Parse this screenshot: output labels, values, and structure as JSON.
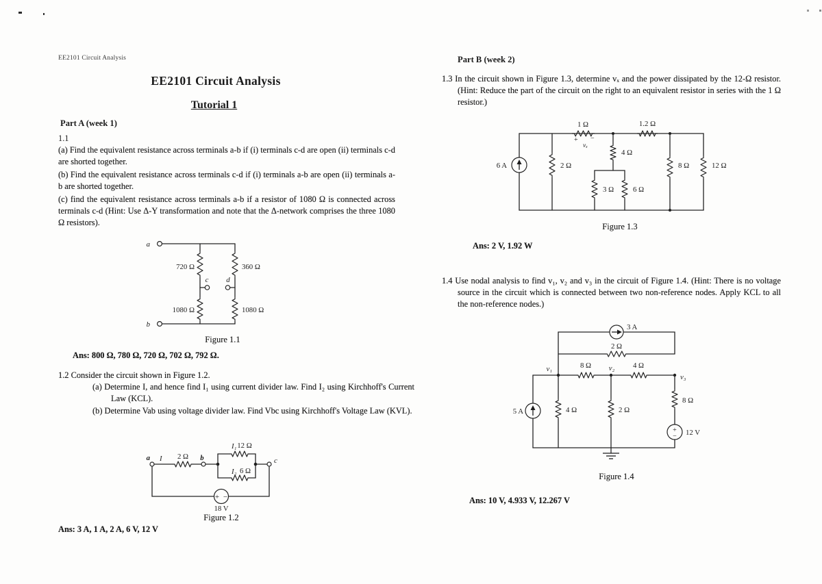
{
  "page": {
    "running_header": "EE2101 Circuit Analysis",
    "title": "EE2101 Circuit Analysis",
    "subtitle": "Tutorial 1"
  },
  "part_a": {
    "heading": "Part A (week 1)",
    "q11": {
      "number": "1.1",
      "item_a": "(a) Find the equivalent resistance across terminals a-b if (i) terminals c-d are open (ii) terminals c-d are shorted together.",
      "item_b": "(b) Find the equivalent resistance across terminals c-d if (i) terminals a-b are open (ii) terminals a-b are shorted together.",
      "item_c": "(c) find the equivalent resistance across terminals a-b if a resistor of 1080 Ω is connected across terminals c-d (Hint: Use Δ-Y transformation and note that the Δ-network comprises the three 1080 Ω resistors).",
      "answer": "Ans:  800 Ω, 780 Ω, 720 Ω,  702 Ω, 792 Ω."
    },
    "q12": {
      "lead": "1.2 Consider the circuit shown in Figure 1.2.",
      "item_a": "(a) Determine I, and hence find I₁ using current divider law. Find I₂ using Kirchhoff's Current Law (KCL).",
      "item_b": "(b) Determine Vab using voltage divider law. Find Vbc using Kirchhoff's Voltage Law (KVL).",
      "answer": "Ans:  3 A, 1 A, 2 A, 6 V, 12 V"
    }
  },
  "part_b": {
    "heading": "Part B (week 2)",
    "q13": {
      "text": "1.3 In the circuit shown in Figure 1.3, determine vₓ and the power dissipated by the 12-Ω resistor. (Hint: Reduce the part of the circuit on the right to an equivalent resistor in series with the 1 Ω resistor.)",
      "answer": "Ans: 2 V, 1.92 W"
    },
    "q14": {
      "text": "1.4 Use nodal analysis to find v₁, v₂ and v₃ in the circuit of Figure 1.4. (Hint: There is no voltage source in the circuit which is connected between two non-reference nodes. Apply KCL to all the non-reference nodes.)",
      "answer": "Ans: 10 V, 4.933 V, 12.267 V"
    }
  },
  "fig11": {
    "caption": "Figure 1.1",
    "labels": {
      "a": "a",
      "b": "b",
      "c": "c",
      "d": "d",
      "r720": "720 Ω",
      "r360": "360 Ω",
      "r1080_left": "1080 Ω",
      "r1080_right": "1080 Ω"
    }
  },
  "fig12": {
    "caption": "Figure 1.2",
    "labels": {
      "a": "a",
      "b": "b",
      "c": "c",
      "i": "I",
      "i1": "I₁",
      "i2": "I₂",
      "r2": "2 Ω",
      "r12": "12 Ω",
      "r6": "6 Ω",
      "source": "18 V",
      "plus": "+",
      "minus": "−"
    }
  },
  "fig13": {
    "caption": "Figure 1.3",
    "labels": {
      "source": "6 A",
      "r2": "2 Ω",
      "r1": "1 Ω",
      "vx": "vₓ",
      "plus": "+",
      "minus": "−",
      "r4": "4 Ω",
      "r3": "3 Ω",
      "r6": "6 Ω",
      "r1_2": "1.2 Ω",
      "r8": "8 Ω",
      "r12": "12 Ω"
    }
  },
  "fig14": {
    "caption": "Figure 1.4",
    "labels": {
      "i3": "3 A",
      "r2_top": "2 Ω",
      "v1": "v₁",
      "v2": "v₂",
      "v3": "v₃",
      "r8_h": "8 Ω",
      "r4_h": "4 Ω",
      "i5": "5 A",
      "r4_v": "4 Ω",
      "r2_v": "2 Ω",
      "r8_v": "8 Ω",
      "source": "12 V",
      "plus": "+",
      "minus": "−"
    }
  }
}
